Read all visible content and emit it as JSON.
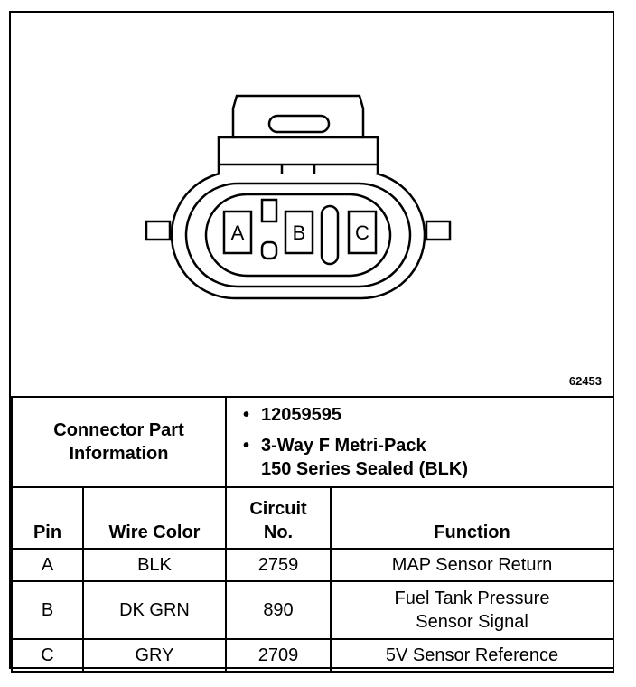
{
  "figure_number": "62453",
  "connector": {
    "pins": [
      "A",
      "B",
      "C"
    ]
  },
  "part_info": {
    "label_line1": "Connector Part",
    "label_line2": "Information",
    "items": [
      {
        "line1": "12059595",
        "line2": ""
      },
      {
        "line1": "3-Way F Metri-Pack",
        "line2": "150 Series Sealed (BLK)"
      }
    ]
  },
  "table": {
    "headers": {
      "pin": "Pin",
      "wire_color": "Wire Color",
      "circuit_line1": "Circuit",
      "circuit_line2": "No.",
      "function": "Function"
    },
    "rows": [
      {
        "pin": "A",
        "wire_color": "BLK",
        "circuit": "2759",
        "function_line1": "MAP Sensor Return",
        "function_line2": ""
      },
      {
        "pin": "B",
        "wire_color": "DK GRN",
        "circuit": "890",
        "function_line1": "Fuel Tank Pressure",
        "function_line2": "Sensor Signal"
      },
      {
        "pin": "C",
        "wire_color": "GRY",
        "circuit": "2709",
        "function_line1": "5V Sensor Reference",
        "function_line2": ""
      }
    ]
  }
}
